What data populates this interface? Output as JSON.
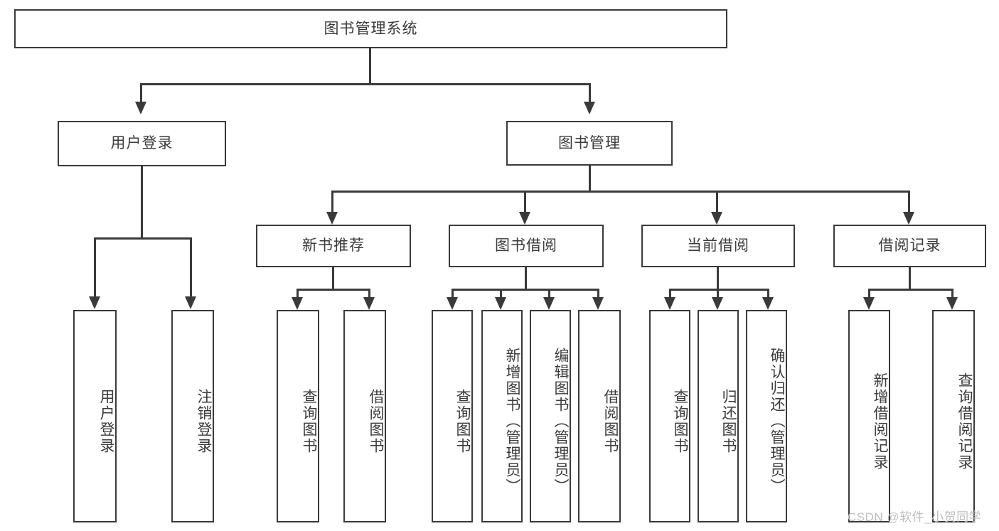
{
  "diagram": {
    "title": "图书管理系统",
    "root": {
      "label": "图书管理系统"
    },
    "level1": [
      {
        "label": "用户登录"
      },
      {
        "label": "图书管理"
      }
    ],
    "level2": [
      {
        "label": "新书推荐"
      },
      {
        "label": "图书借阅"
      },
      {
        "label": "当前借阅"
      },
      {
        "label": "借阅记录"
      }
    ],
    "leaves": {
      "user_login": [
        {
          "label": "用户登录"
        },
        {
          "label": "注销登录"
        }
      ],
      "new_book_recommend": [
        {
          "label": "查询图书"
        },
        {
          "label": "借阅图书"
        }
      ],
      "book_borrow": [
        {
          "label": "查询图书"
        },
        {
          "label": "新增图书（管理员）"
        },
        {
          "label": "编辑图书（管理员）"
        },
        {
          "label": "借阅图书"
        }
      ],
      "current_borrow": [
        {
          "label": "查询图书"
        },
        {
          "label": "归还图书"
        },
        {
          "label": "确认归还（管理员）"
        }
      ],
      "borrow_record": [
        {
          "label": "新增借阅记录"
        },
        {
          "label": "查询借阅记录"
        }
      ]
    }
  },
  "watermark": {
    "text": "CSDN @软件_小贺同学"
  },
  "colors": {
    "stroke": "#3a3a3a",
    "text": "#3b3b3b",
    "background": "#ffffff",
    "watermark": "#bfbfbf"
  }
}
